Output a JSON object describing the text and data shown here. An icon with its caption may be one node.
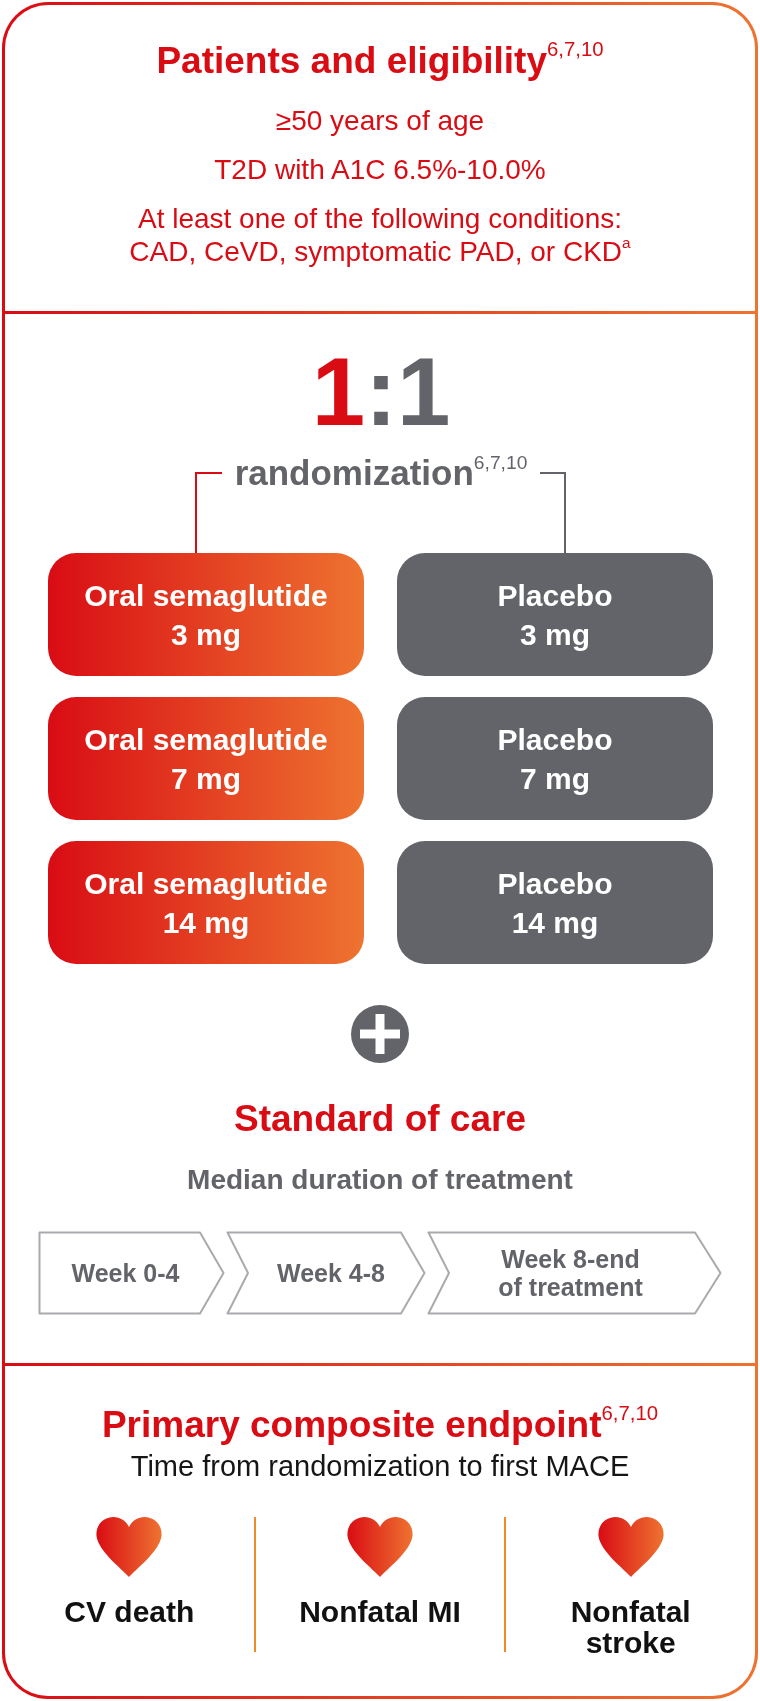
{
  "diagram": {
    "nodes": [
      {
        "text": [
          "Patients and eligibility$^{6,7,10}$",
          "≥50 years of age",
          "T2D with A1C 6.5%-10.0%",
          "At least one of the following conditions: CAD, CeVD, symptomatic PAD, or CKD$^{a}$"
        ]
      },
      {
        "text": [
          "Standard of care",
          "Median duration of treatment"
        ]
      },
      {
        "text": [
          "1:1",
          "randomization$^{6,7,10}$"
        ],
        "in": 1
      },
      {
        "text": [
          "Oral semaglutide 3 mg"
        ],
        "in": 1
      },
      {
        "text": [
          "Placebo 3 mg"
        ],
        "in": 1
      },
      {
        "text": [
          "Oral semaglutide 7 mg"
        ],
        "in": 1
      },
      {
        "text": [
          "Placebo 7 mg"
        ],
        "in": 1
      },
      {
        "text": [
          "Oral semaglutide 14 mg"
        ],
        "in": 1
      },
      {
        "text": [
          "Placebo 14 mg"
        ],
        "in": 1
      },
      {
        "text": [
          "Week 0-4"
        ],
        "in": 1
      },
      {
        "text": [
          "Week 4-8"
        ],
        "in": 1
      },
      {
        "text": [
          "Week 8-end of treatment"
        ],
        "in": 1
      },
      {
        "text": [
          "Primary composite endpoint$^{6,7,10}$",
          "Time from randomization to first MACE",
          "CV death",
          "Nonfatal MI",
          "Nonfatal stroke"
        ]
      }
    ],
    "edges": [
      {
        "from": 2,
        "to": 3,
        "arrow": "none",
        "color": "#d90c14"
      },
      {
        "from": 2,
        "to": 4,
        "arrow": "none",
        "color": "#636469"
      }
    ]
  }
}
